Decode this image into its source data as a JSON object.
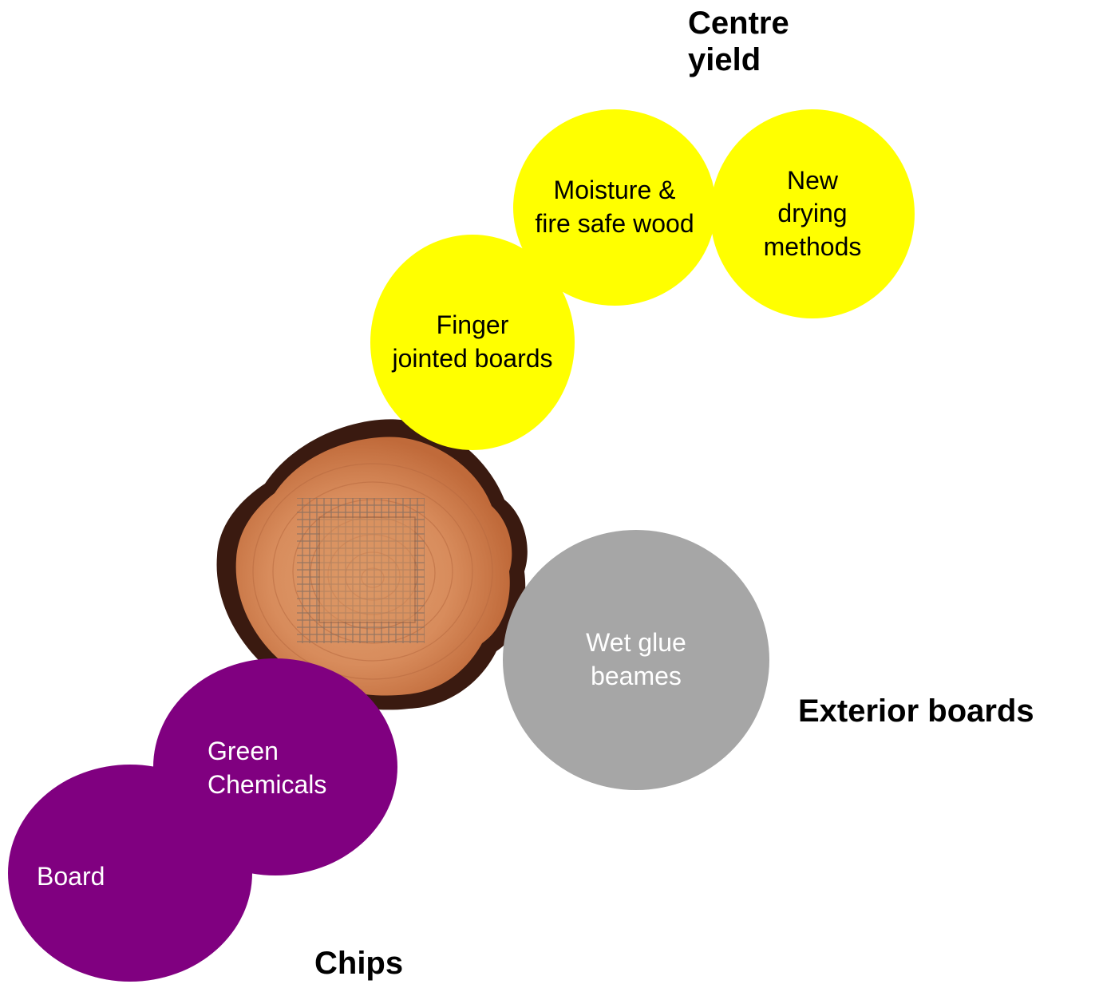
{
  "headings": {
    "centre_yield": "Centre\nyield",
    "exterior_boards": "Exterior boards",
    "chips": "Chips"
  },
  "centre_yield_items": {
    "new_drying": "New\ndrying\nmethods",
    "moisture_fire": "Moisture &\nfire safe wood",
    "finger_jointed": "Finger\njointed boards"
  },
  "exterior_items": {
    "wet_glue": "Wet glue\nbeames"
  },
  "chips_items": {
    "green_chemicals": "Green\nChemicals",
    "board": "Board"
  },
  "colors": {
    "centre_yield": "#ffff00",
    "exterior_boards": "#a6a6a6",
    "chips": "#800080"
  },
  "image": "log-cross-section-with-grid-overlay"
}
